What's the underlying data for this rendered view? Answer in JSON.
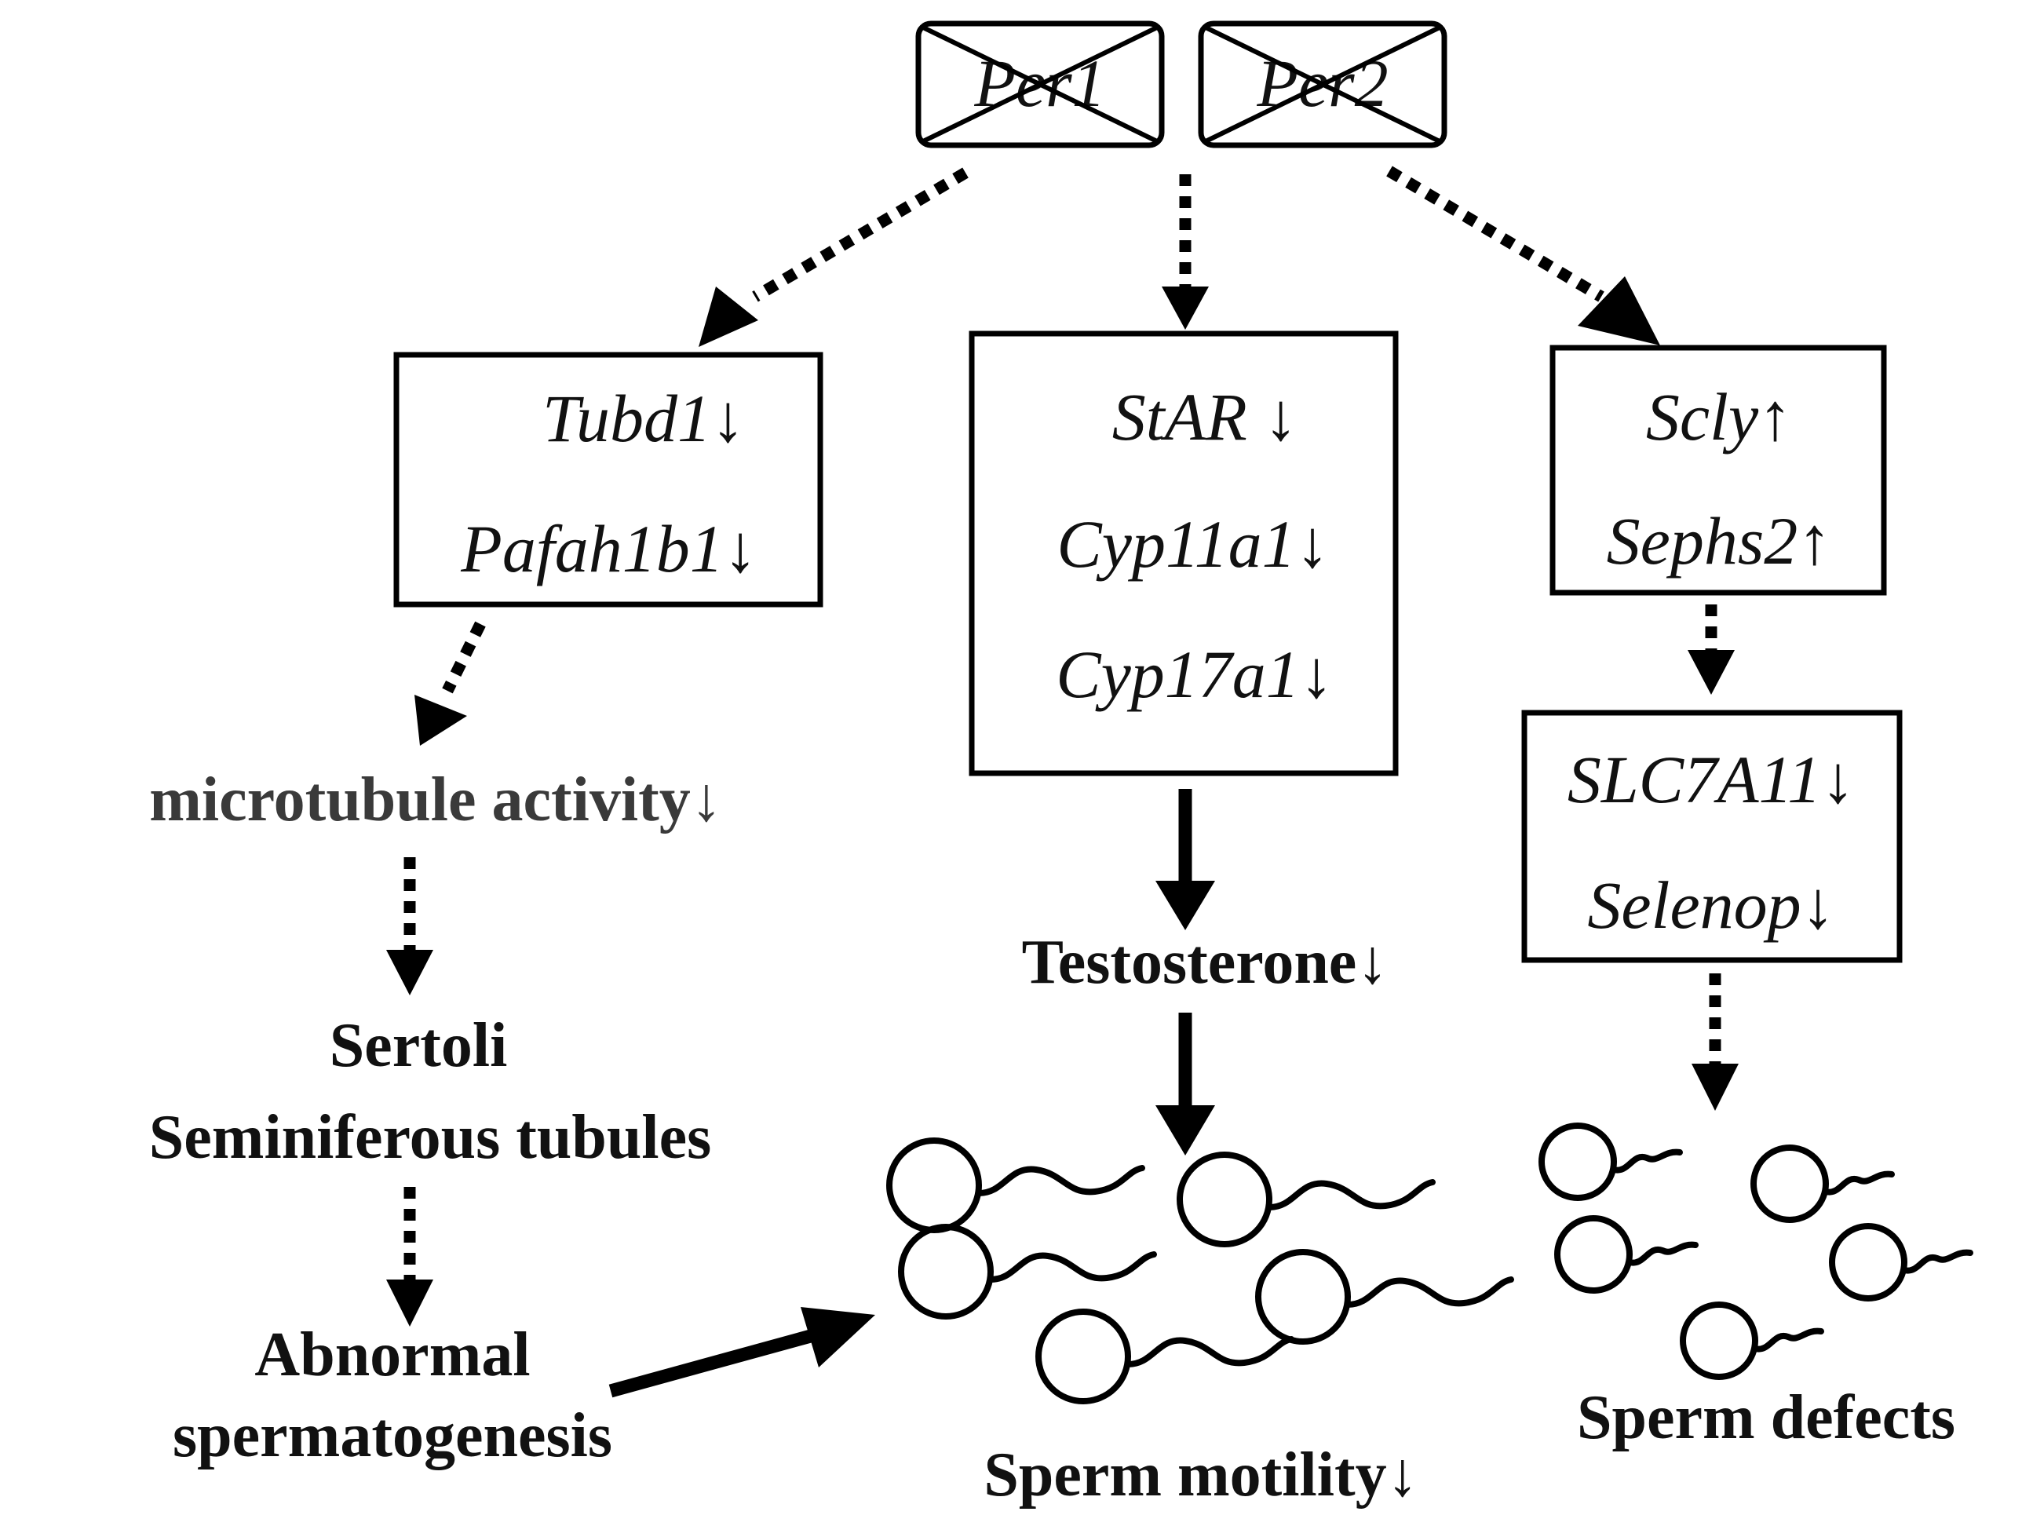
{
  "knockout_genes": [
    "Per1",
    "Per2"
  ],
  "left_box": {
    "genes": [
      "Tubd1↓",
      "Pafah1b1↓"
    ]
  },
  "center_box": {
    "genes": [
      "StAR ↓",
      "Cyp11a1↓",
      "Cyp17a1↓"
    ]
  },
  "right_box_top": {
    "genes": [
      "Scly↑",
      "Sephs2↑"
    ]
  },
  "right_box_bottom": {
    "genes": [
      "SLC7A11↓",
      "Selenop↓"
    ]
  },
  "left_chain": {
    "microtubule": "microtubule activity↓",
    "sertoli": "Sertoli",
    "seminiferous": "Seminiferous tubules",
    "abnormal_1": "Abnormal",
    "abnormal_2": "spermatogenesis"
  },
  "center_chain": {
    "testosterone": "Testosterone↓",
    "motility": "Sperm motility↓"
  },
  "right_chain": {
    "defects": "Sperm defects"
  }
}
